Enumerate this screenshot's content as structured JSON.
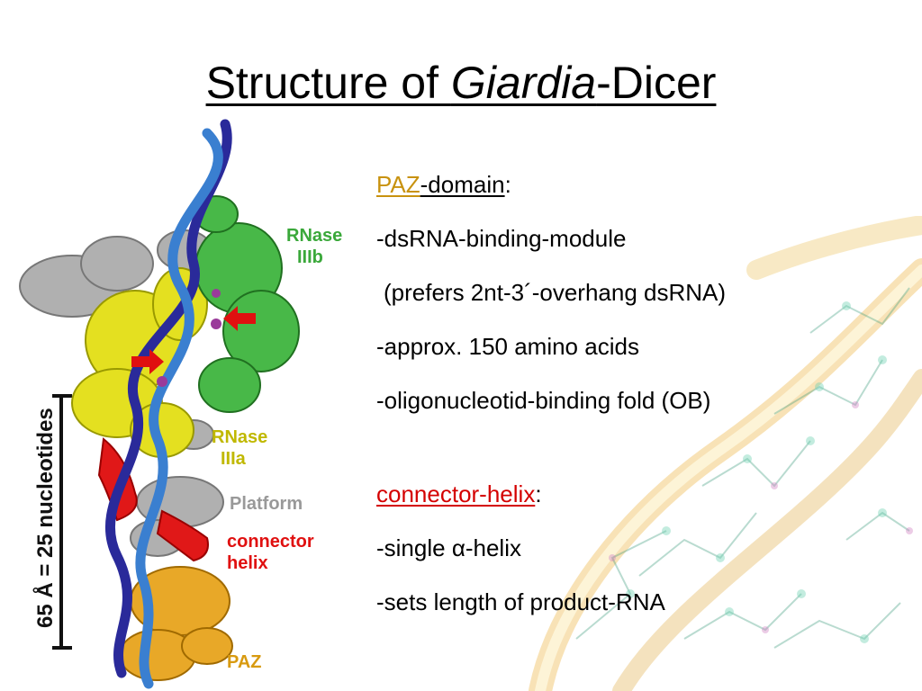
{
  "slide": {
    "title_part1": "Structure of ",
    "title_italic": "Giardia",
    "title_part2": "-Dicer"
  },
  "figure": {
    "labels": {
      "rnase_iiib_line1": "RNase",
      "rnase_iiib_line2": "IIIb",
      "rnase_iiia_line1": "RNase",
      "rnase_iiia_line2": "IIIa",
      "platform": "Platform",
      "connector_line1": "connector",
      "connector_line2": "helix",
      "paz": "PAZ",
      "length_axis": "65 Å = 25 nucleotides"
    },
    "colors": {
      "rnase_iiib": "#3aa83a",
      "rnase_iiia": "#d8d400",
      "platform": "#a0a0a0",
      "connector": "#e01010",
      "paz": "#e0a020",
      "rna_strand_1": "#2a6fc0",
      "rna_strand_2": "#2a2a9a",
      "arrow": "#e01010"
    }
  },
  "bullets": {
    "paz_heading": "PAZ",
    "paz_heading_rest": "-domain",
    "paz_colon": ":",
    "paz_items": [
      "-dsRNA-binding-module",
      "(prefers 2nt-3´-overhang dsRNA)",
      "-approx. 150 amino acids",
      "-oligonucleotid-binding fold (OB)"
    ],
    "connector_heading": "connector-helix",
    "connector_colon": ":",
    "connector_items": [
      "-single α-helix",
      "-sets length of product-RNA"
    ]
  },
  "colors": {
    "paz_accent": "#c8920f",
    "connector_accent": "#d40000"
  }
}
